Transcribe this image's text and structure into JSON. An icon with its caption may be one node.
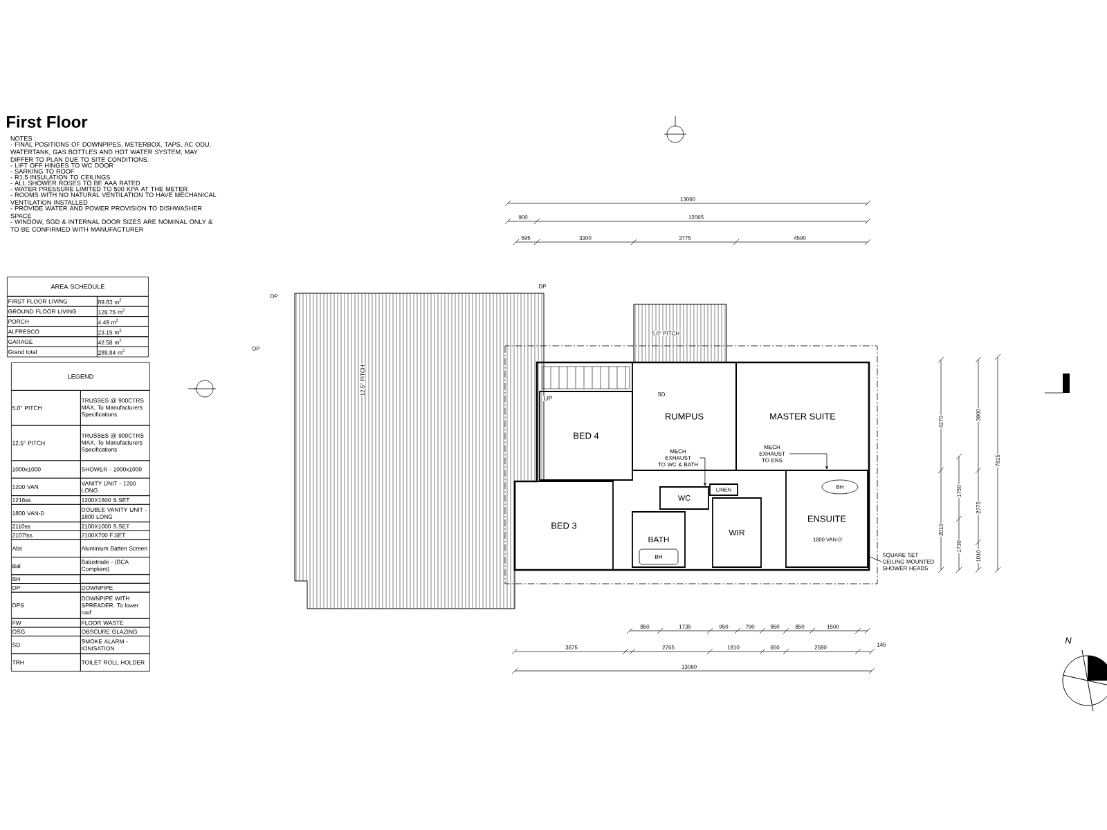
{
  "diagram": {
    "title": "First Floor",
    "nodes": [
      {
        "text": [
          "BED 4"
        ]
      },
      {
        "text": [
          "RUMPUS"
        ]
      },
      {
        "text": [
          "MASTER SUITE"
        ]
      },
      {
        "text": [
          "WC"
        ]
      },
      {
        "text": [
          "LINEN"
        ]
      },
      {
        "text": [
          "WIR"
        ]
      },
      {
        "text": [
          "BED 3"
        ]
      },
      {
        "text": [
          "BATH"
        ]
      },
      {
        "text": [
          "ENSUITE"
        ]
      },
      {
        "text": [
          "MECH EXHAUST TO WC & BATH"
        ],
        "in": 1
      },
      {
        "text": [
          "MECH EXHAUST TO ENS"
        ],
        "in": 2
      },
      {
        "text": [
          "SQUARE SET CEILING MOUNTED SHOWER HEADS"
        ]
      }
    ],
    "edges": [
      {
        "from": 9,
        "to": 3,
        "arrow": "to"
      },
      {
        "from": 10,
        "to": 8,
        "arrow": "to"
      },
      {
        "from": 11,
        "to": 8,
        "arrow": "none"
      }
    ],
    "labels": [
      "NOTES :",
      "- FINAL POSITIONS OF DOWNPIPES, METERBOX, TAPS, AC ODU, WATERTANK, GAS BOTTLES AND HOT WATER SYSTEM, MAY DIFFER TO PLAN DUE TO SITE CONDITIONS.",
      "- LIFT OFF HINGES TO WC DOOR",
      "- SARKING TO ROOF",
      "- R1.5 INSULATION TO CEILINGS",
      "- ALL SHOWER ROSES TO BE AAA RATED",
      "- WATER PRESSURE LIMITED TO 500 KPA AT THE METER",
      "- ROOMS WITH NO NATURAL VENTILATION TO HAVE MECHANICAL VENTILATION INSTALLED",
      "- PROVIDE WATER AND POWER PROVISION TO DISHWASHER SPACE",
      "- WINDOW, SGD & INTERNAL DOOR SIZES ARE NOMINAL ONLY & TO BE CONFIRMED WITH MANUFACTURER",
      "AREA SCHEDULE",
      "FIRST FLOOR LIVING",
      "89.83 m$^{2}$",
      "GROUND FLOOR LIVING",
      "128.75 m$^{2}$",
      "PORCH",
      "4.49 m$^{2}$",
      "ALFRESCO",
      "23.15 m$^{2}$",
      "GARAGE",
      "42.58 m$^{2}$",
      "Grand total",
      "288.84 m$^{2}$",
      "LEGEND",
      "5.0° PITCH",
      "TRUSSES @ 900CTRS MAX, To Manufacturers Specifications",
      "12.5° PITCH",
      "TRUSSES @ 900CTRS MAX, To Manufacturers Specifications",
      "1000x1000",
      "SHOWER - 1000x1000",
      "1200 VAN",
      "VANITY UNIT - 1200 LONG",
      "1218ss",
      "1200X1800 S.SET",
      "1800 VAN-D",
      "DOUBLE VANITY UNIT - 1800 LONG",
      "2110ss",
      "2100X1000 S.SET",
      "2107fss",
      "2100X700 F.SET",
      "Abs",
      "Aluminium Batten Screen",
      "Bal",
      "Balustrade - (BCA Compliant)",
      "BH",
      "DP",
      "DOWNPIPE",
      "DPS",
      "DOWNPIPE WITH SPREADER. To lower roof",
      "FW",
      "FLOOR WASTE",
      "OSG",
      "OBSCURE GLAZING",
      "SD",
      "SMOKE ALARM - IONISATION",
      "TRH",
      "TOILET ROLL HOLDER",
      "UP",
      "12.5° PITCH",
      "5.0° PITCH",
      "DP",
      "DP",
      "DP",
      "1800 VAN-D",
      "BH",
      "BH",
      "SD",
      "13060",
      "900",
      "12065",
      "595",
      "3300",
      "3775",
      "4590",
      "850",
      "1735",
      "950",
      "790",
      "950",
      "850",
      "1500",
      "3675",
      "2765",
      "1810",
      "650",
      "2580",
      "145",
      "13060",
      "4270",
      "2010",
      "1750",
      "1730",
      "3900",
      "2275",
      "1010",
      "7815",
      "N"
    ]
  }
}
